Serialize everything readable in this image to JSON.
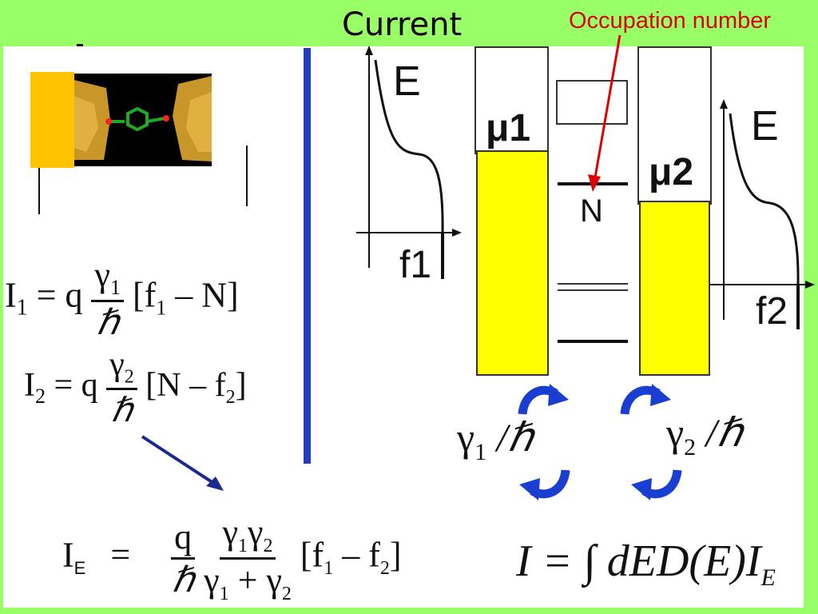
{
  "header": {
    "title": "Current",
    "occupation_label": "Occupation number"
  },
  "left": {
    "eq1": {
      "lhs": "I",
      "lhs_sub": "1",
      "eq": "= q",
      "num": "γ",
      "num_sub": "1",
      "den": "ℏ",
      "bracket": "[f",
      "bracket_sub": "1",
      "bracket_rest": " – N]"
    },
    "eq2": {
      "lhs": "I",
      "lhs_sub": "2",
      "eq": "= q",
      "num": "γ",
      "num_sub": "2",
      "den": "ℏ",
      "bracket": "[N – f",
      "bracket_sub": "2",
      "bracket_rest": "]"
    },
    "eqE": {
      "lhs": "I",
      "lhs_sub": "E",
      "eq": "=",
      "q": "q",
      "hbar": "ℏ",
      "num": "γ",
      "num_sub1": "1",
      "num2": "γ",
      "num_sub2": "2",
      "den": "γ",
      "den_sub1": "1",
      "den_plus": " + γ",
      "den_sub2": "2",
      "bracket": "[f",
      "bracket_sub1": "1",
      "bracket_mid": " – f",
      "bracket_sub2": "2",
      "bracket_end": "]"
    }
  },
  "diagram": {
    "e_left": "E",
    "f1": "f1",
    "mu1": "μ1",
    "mu2": "μ2",
    "e_right": "E",
    "f2": "f2",
    "n_label": "N",
    "gamma1": "γ",
    "gamma1_sub": "1",
    "gamma1_rest": " /ℏ",
    "gamma2": "γ",
    "gamma2_sub": "2",
    "gamma2_rest": " /ℏ"
  },
  "integral": {
    "text": "I = ∫ dED(E)I",
    "sub": "E"
  },
  "colors": {
    "header_green": "#99ff66",
    "contact_yellow": "#ffff00",
    "divider_blue": "#1f3fbf",
    "arrow_red": "#dd0000",
    "arrow_blue": "#1a3fd0"
  },
  "icons": [
    "molecule-junction-image",
    "arrow-down-right-icon",
    "circular-arrow-icon"
  ]
}
